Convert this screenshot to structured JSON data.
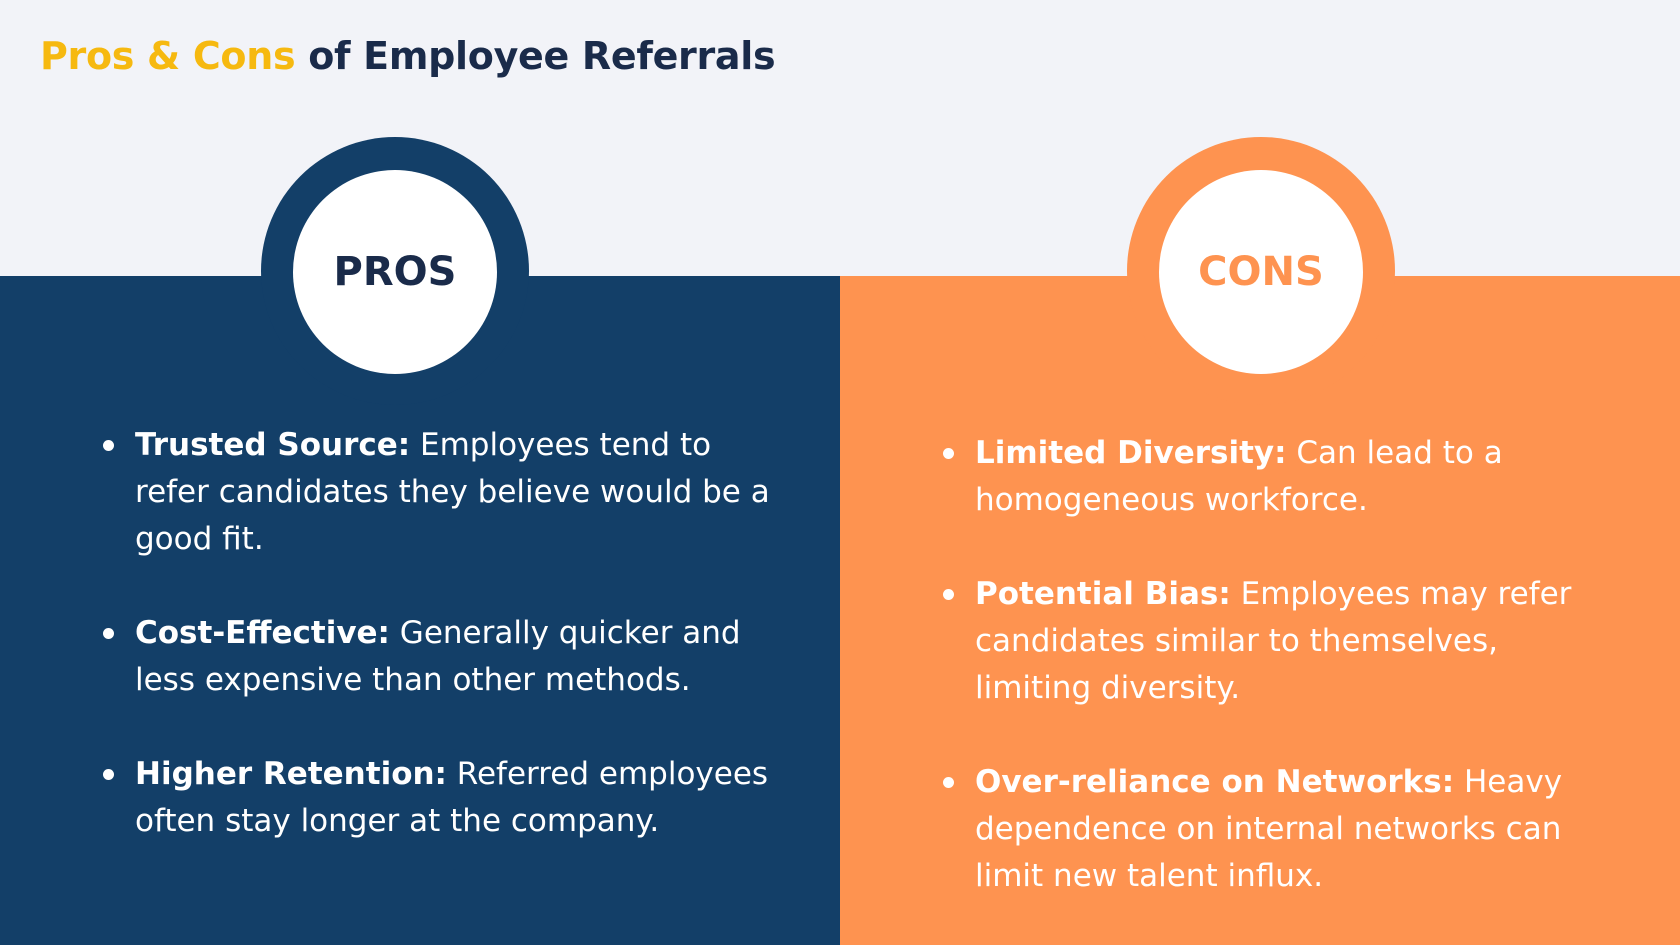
{
  "title": {
    "accent": "Pros & Cons",
    "rest": " of Employee Referrals"
  },
  "colors": {
    "navy": "#133f68",
    "orange": "#fe9350",
    "gold": "#f6b910",
    "background": "#f2f3f8",
    "dark_text": "#1a2b4a"
  },
  "pros": {
    "heading": "PROS",
    "items": [
      {
        "title": "Trusted Source:",
        "text": " Employees tend to refer candidates they believe would be a good fit."
      },
      {
        "title": "Cost-Effective:",
        "text": " Generally quicker and less expensive than other methods."
      },
      {
        "title": "Higher Retention:",
        "text": " Referred employees often stay longer at the company."
      }
    ]
  },
  "cons": {
    "heading": "CONS",
    "items": [
      {
        "title": "Limited Diversity:",
        "text": " Can lead to a homogeneous workforce."
      },
      {
        "title": "Potential Bias:",
        "text": " Employees may refer candidates similar to themselves, limiting diversity."
      },
      {
        "title": "Over-reliance on Networks:",
        "text": " Heavy dependence on internal networks can limit new talent influx."
      }
    ]
  }
}
